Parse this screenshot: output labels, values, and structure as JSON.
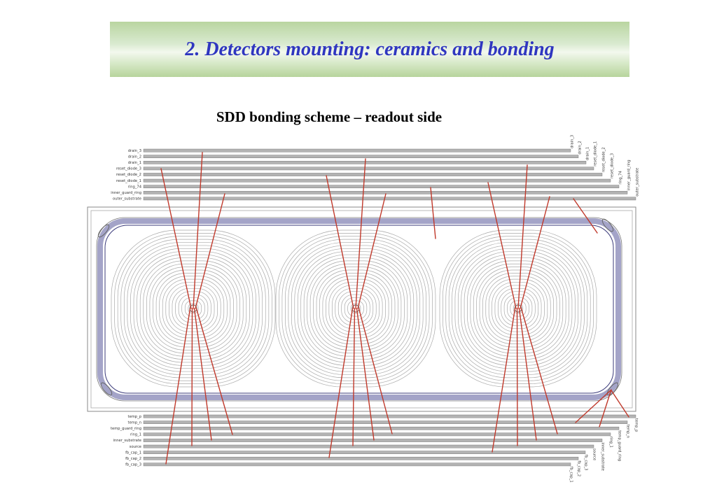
{
  "title": "2. Detectors mounting: ceramics and bonding",
  "subtitle": "SDD bonding scheme – readout side",
  "colors": {
    "title_text": "#2f36c0",
    "bond_wire": "#c0392b",
    "trace": "#9a9a9a",
    "guard_ring": "#5a5a9a"
  },
  "pads": {
    "top_left": [
      "drain_3",
      "drain_2",
      "drain_1",
      "reset_diode_3",
      "reset_diode_2",
      "reset_diode_1",
      "ring_74",
      "inner_guard_ring",
      "outer_substrate"
    ],
    "top_right": [
      "drain_3",
      "drain_2",
      "drain_1",
      "reset_diode_1",
      "reset_diode_2",
      "reset_diode_3",
      "ring_74",
      "inner_guard_ring",
      "outer_substrate"
    ],
    "bottom_left": [
      "temp_p",
      "temp_n",
      "temp_guard_ring",
      "ring_1",
      "inner_substrate",
      "source",
      "fb_cap_1",
      "fb_cap_2",
      "fb_cap_3"
    ],
    "bottom_right": [
      "temp_p",
      "temp_n",
      "temp_guard_ring",
      "ring_1",
      "inner_substrate",
      "source",
      "fb_cap_3",
      "fb_cap_2",
      "fb_cap_1"
    ]
  }
}
